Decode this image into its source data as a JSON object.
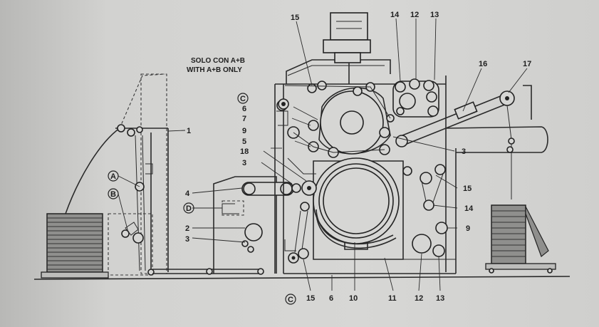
{
  "notes": {
    "line1": "SOLO CON A+B",
    "line2": "WITH A+B ONLY"
  },
  "letters": {
    "A": "A",
    "B": "B",
    "C_top": "C",
    "C_bottom": "C",
    "D": "D"
  },
  "labels": {
    "n1": "1",
    "n2": "2",
    "n3_left": "3",
    "n3_mid": "3",
    "n3_right": "3",
    "n4": "4",
    "n5": "5",
    "n6_top": "6",
    "n6_bottom": "6",
    "n7": "7",
    "n9_left": "9",
    "n9_right": "9",
    "n10": "10",
    "n11": "11",
    "n12_top": "12",
    "n12_bottom": "12",
    "n13_top": "13",
    "n13_bottom": "13",
    "n14_top": "14",
    "n14_right": "14",
    "n15_top": "15",
    "n15_right": "15",
    "n15_bottom": "15",
    "n16": "16",
    "n17": "17",
    "n18": "18"
  }
}
